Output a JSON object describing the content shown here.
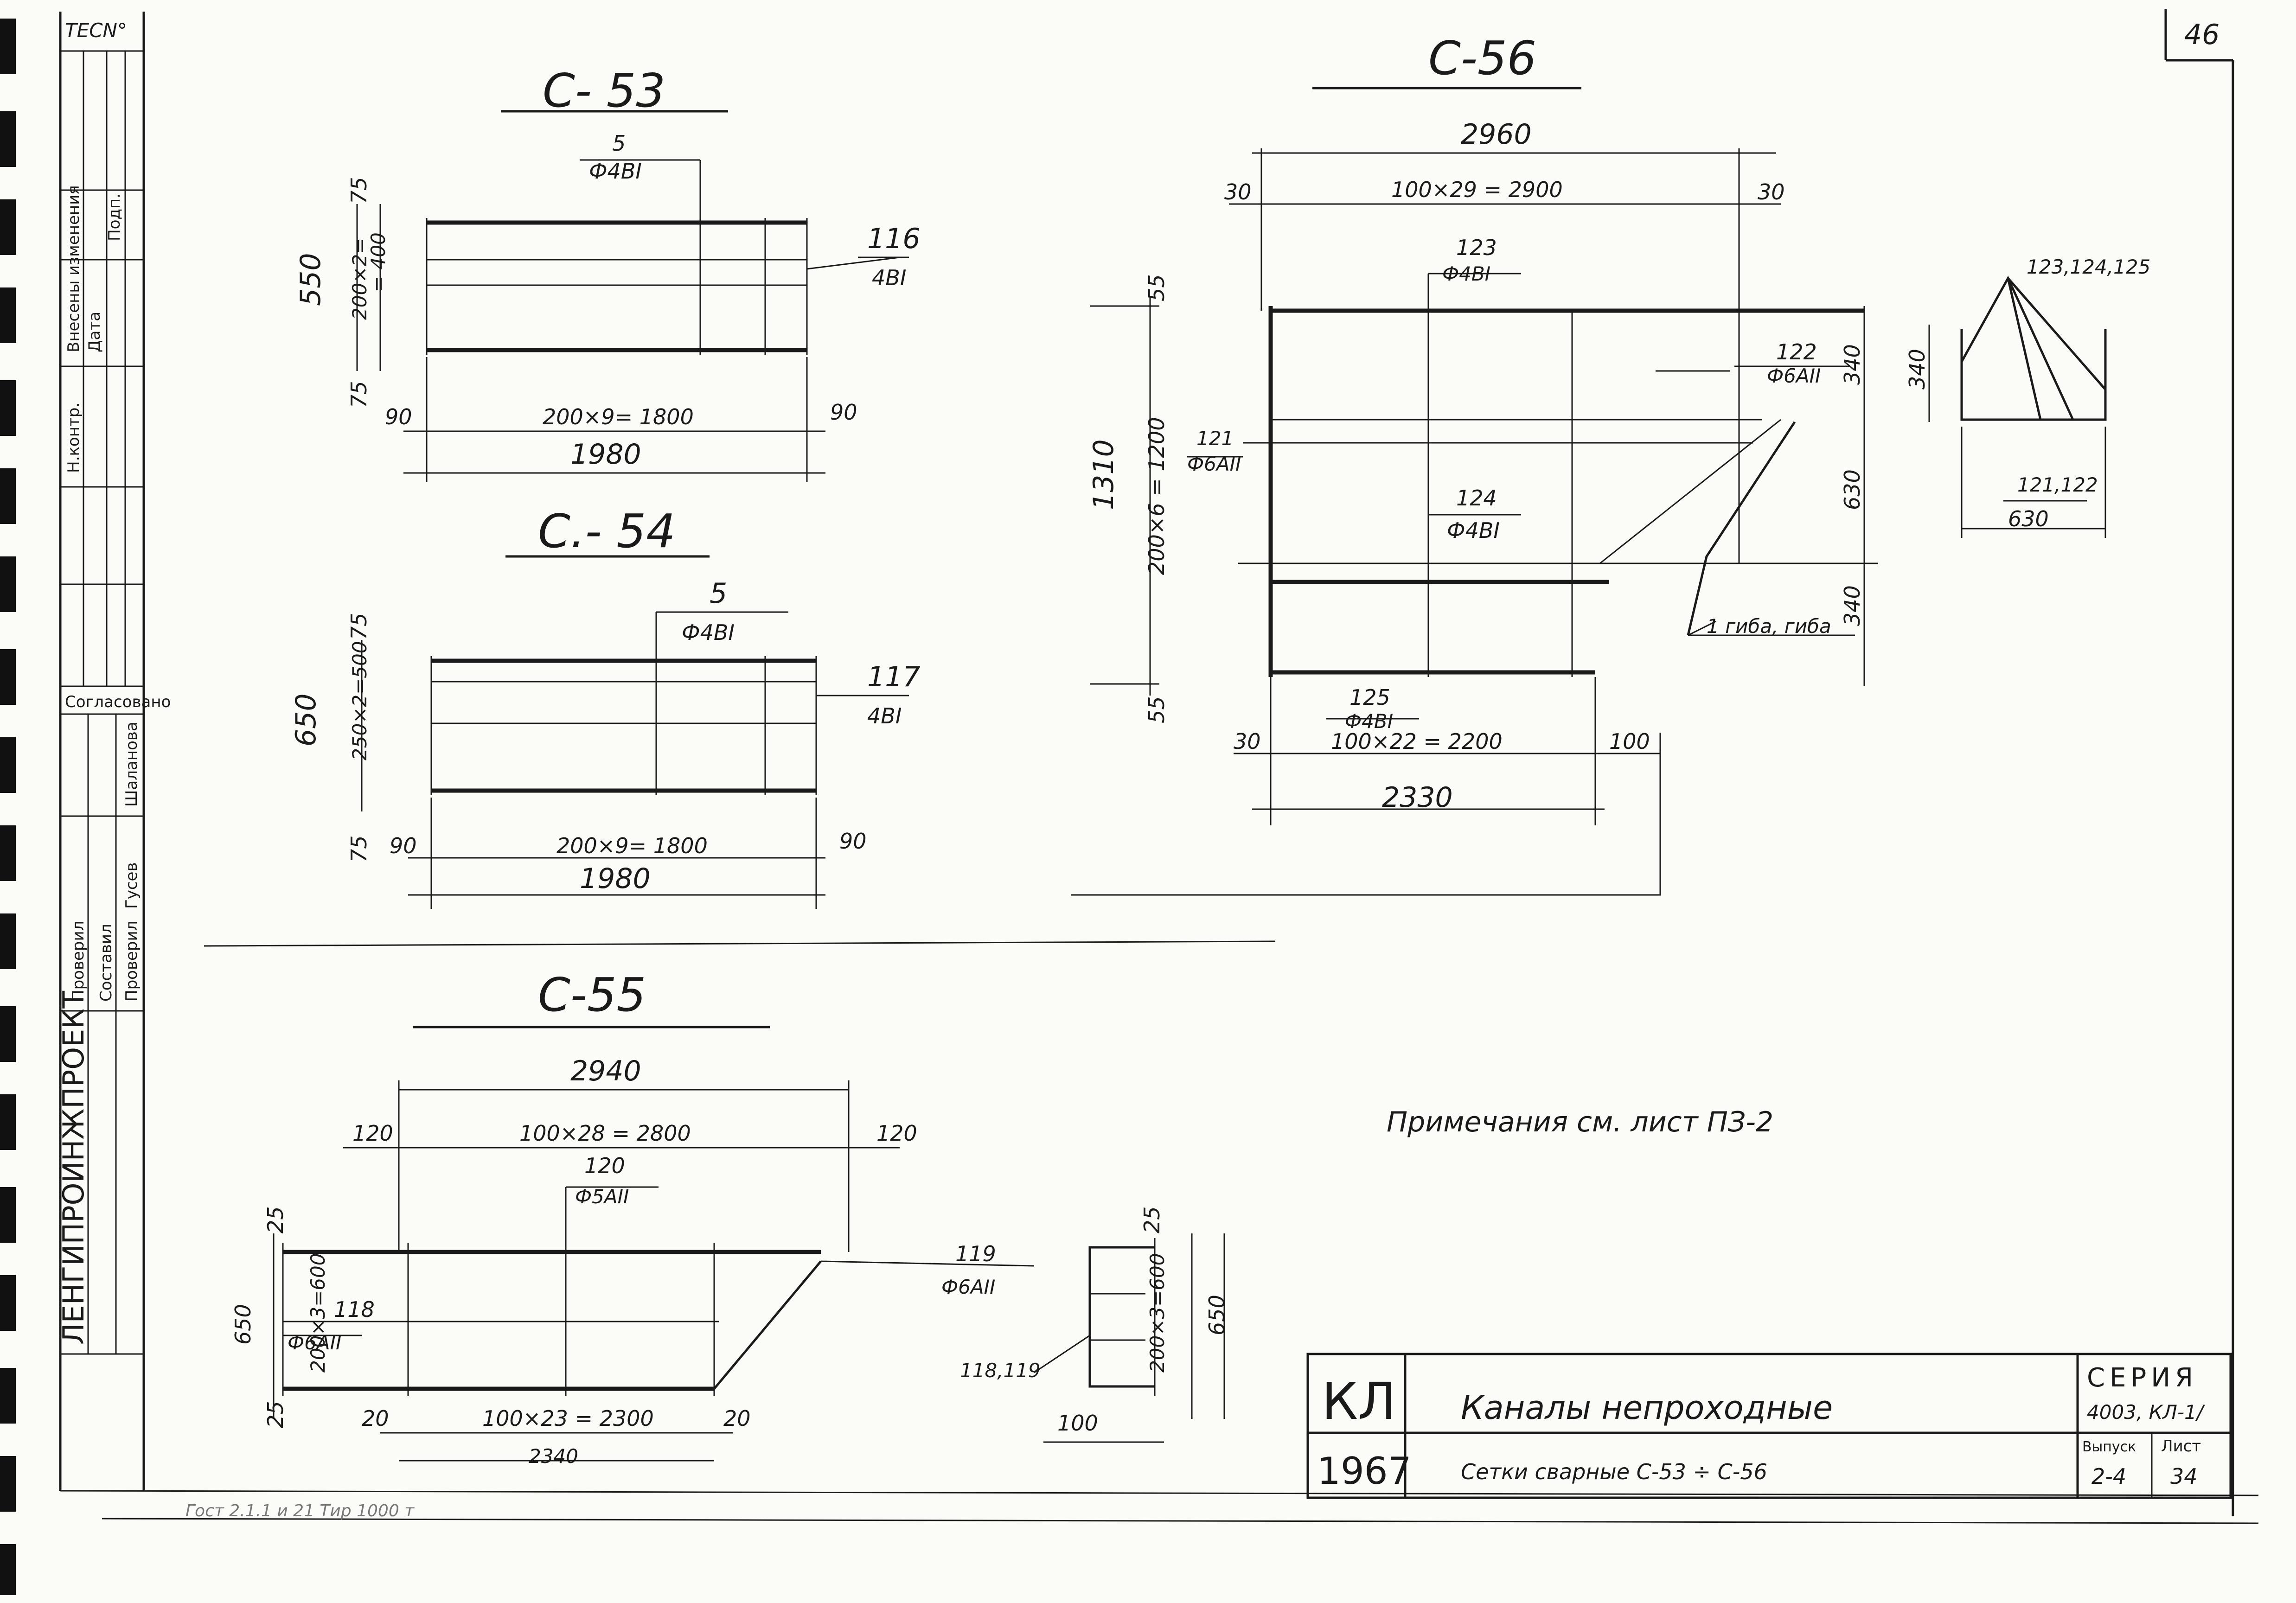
{
  "page_number": "46",
  "corner_label": "ТЕСN°",
  "left_strip": {
    "org_name": "ЛЕНГИПРОИНЖПРОЕКТ",
    "agreed": "Согласовано",
    "rows": [
      "Внесены изменения",
      "Дата",
      "Подп.",
      "Н.контр.",
      "Проверил",
      "Составил"
    ],
    "signatures": [
      "Шаланова",
      "Гусев"
    ],
    "check_label": "Проверил"
  },
  "bottom_note": "Гост 2.1.1 и 21 Тир 1000 т",
  "note": "Примечания  см. лист ПЗ-2",
  "title_block": {
    "code": "КЛ",
    "year": "1967",
    "title": "Каналы  непроходные",
    "subtitle": "Сетки сварные С-53 ÷ С-56",
    "series_label": "СЕРИЯ",
    "series_value": "4003, КЛ-1/",
    "issue_label": "Выпуск",
    "issue_value": "2-4",
    "sheet_label": "Лист",
    "sheet_value": "34"
  },
  "nets": {
    "c53": {
      "title": "С- 53",
      "top_pos": "5",
      "top_bar": "Ф4ВI",
      "side_pos": "116",
      "side_bar": "4ВI",
      "h_total": "550",
      "h_edge1": "75",
      "h_mid": "200×2=",
      "h_mid2": "= 400",
      "h_edge2": "75",
      "w_edge1": "90",
      "w_mid": "200×9= 1800",
      "w_edge2": "90",
      "w_total": "1980"
    },
    "c54": {
      "title": "С.- 54",
      "top_pos": "5",
      "top_bar": "Ф4ВI",
      "side_pos": "117",
      "side_bar": "4ВI",
      "h_total": "650",
      "h_edge1": "75",
      "h_mid": "250×2=500",
      "h_edge2": "75",
      "w_edge1": "90",
      "w_mid": "200×9= 1800",
      "w_edge2": "90",
      "w_total": "1980"
    },
    "c55": {
      "title": "С-55",
      "w_total": "2940",
      "w_edge1": "120",
      "w_mid": "100×28 = 2800",
      "w_edge2": "120",
      "top_pos": "120",
      "top_bar": "Ф5АII",
      "side_pos": "119",
      "side_bar": "Ф6АII",
      "left_pos": "118",
      "left_bar": "Ф6АII",
      "h_total": "650",
      "h_edge": "25",
      "h_mid": "200×3=600",
      "h_edge2": "25",
      "b_edge1": "20",
      "b_mid": "100×23 = 2300",
      "b_edge2": "20",
      "b_total": "2340",
      "sec_label": "118,119",
      "sec_h_mid": "200×3=600",
      "sec_edge": "25",
      "sec_h_total": "650",
      "sec_w": "100"
    },
    "c56": {
      "title": "С-56",
      "w_total": "2960",
      "w_edge1": "30",
      "w_mid": "100×29 = 2900",
      "w_edge2": "30",
      "pos123": "123",
      "bar123": "Ф4ВI",
      "pos122": "122",
      "bar122": "Ф6АII",
      "pos121": "121",
      "bar121": "Ф6АII",
      "pos124": "124",
      "bar124": "Ф4ВI",
      "pos125": "125",
      "bar125": "Ф4ВI",
      "h_total": "1310",
      "h_mid": "200×6 = 1200",
      "h_edge": "55",
      "h_edge2": "55",
      "r_top": "340",
      "r_mid": "630",
      "r_bot": "340",
      "b_edge1": "30",
      "b_mid": "100×22 = 2200",
      "b_edge2": "100",
      "b_total": "2330",
      "bend_label": "1 гиба, гиба",
      "sec_label_top": "123,124,125",
      "sec_label_bot": "121,122",
      "sec_w": "630",
      "sec_h": "340"
    }
  }
}
